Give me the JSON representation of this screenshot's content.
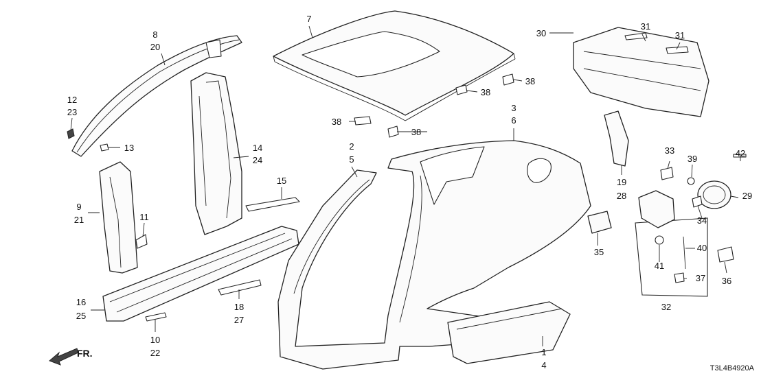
{
  "diagram": {
    "code": "T3L4B4920A",
    "front_marker": "FR.",
    "callouts": {
      "c8": "8",
      "c20": "20",
      "c12": "12",
      "c23": "23",
      "c13": "13",
      "c7": "7",
      "c38a": "38",
      "c38b": "38",
      "c38c": "38",
      "c38d": "38",
      "c30": "30",
      "c31a": "31",
      "c31b": "31",
      "c14": "14",
      "c24": "24",
      "c9": "9",
      "c21": "21",
      "c11": "11",
      "c15": "15",
      "c2": "2",
      "c5": "5",
      "c3": "3",
      "c6": "6",
      "c19": "19",
      "c28": "28",
      "c33": "33",
      "c39": "39",
      "c42": "42",
      "c29": "29",
      "c34": "34",
      "c40": "40",
      "c41": "41",
      "c37": "37",
      "c32": "32",
      "c35": "35",
      "c36": "36",
      "c16": "16",
      "c25": "25",
      "c18": "18",
      "c27": "27",
      "c10": "10",
      "c22": "22",
      "c1": "1",
      "c4": "4"
    }
  }
}
